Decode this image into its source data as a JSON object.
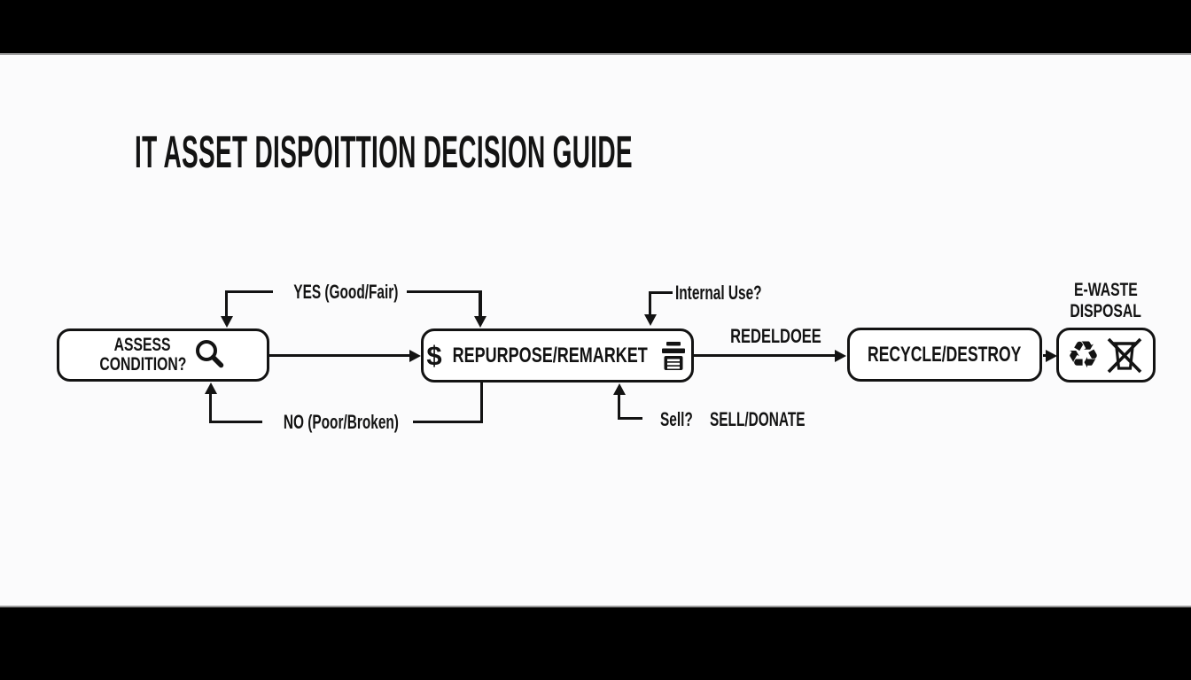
{
  "title": "IT ASSET DISPOITTION DECISION GUIDE",
  "colors": {
    "ink": "#131313",
    "background": "#fbfbfc",
    "letterbox": "#000000",
    "node_fill": "#ffffff"
  },
  "nodes": [
    {
      "id": "assess-condition",
      "line1": "ASSESS",
      "line2": "CONDITION?",
      "icon": "magnifier-icon"
    },
    {
      "id": "repurpose-remarket",
      "label": "REPURPOSE/REMARKET",
      "dollar_glyph": "$",
      "icon_left": "dollar-icon",
      "icon_right": "paper-tray-stack-icon"
    },
    {
      "id": "recycle-destroy",
      "label": "RECYCLE/DESTROY"
    },
    {
      "id": "e-waste-disposal",
      "caption1": "E-WASTE",
      "caption2": "DISPOSAL",
      "recycle_glyph": "♻",
      "icons": [
        "recycling-symbol-icon",
        "crossed-out-bin-icon"
      ]
    }
  ],
  "labels": {
    "yes_branch": "YES (Good/Fair)",
    "no_branch": "NO (Poor/Broken)",
    "internal_use": "Internal Use?",
    "sell_question": "Sell?",
    "sell_donate": "SELL/DONATE",
    "remarket_to_recycle": "REDELDOEE"
  }
}
